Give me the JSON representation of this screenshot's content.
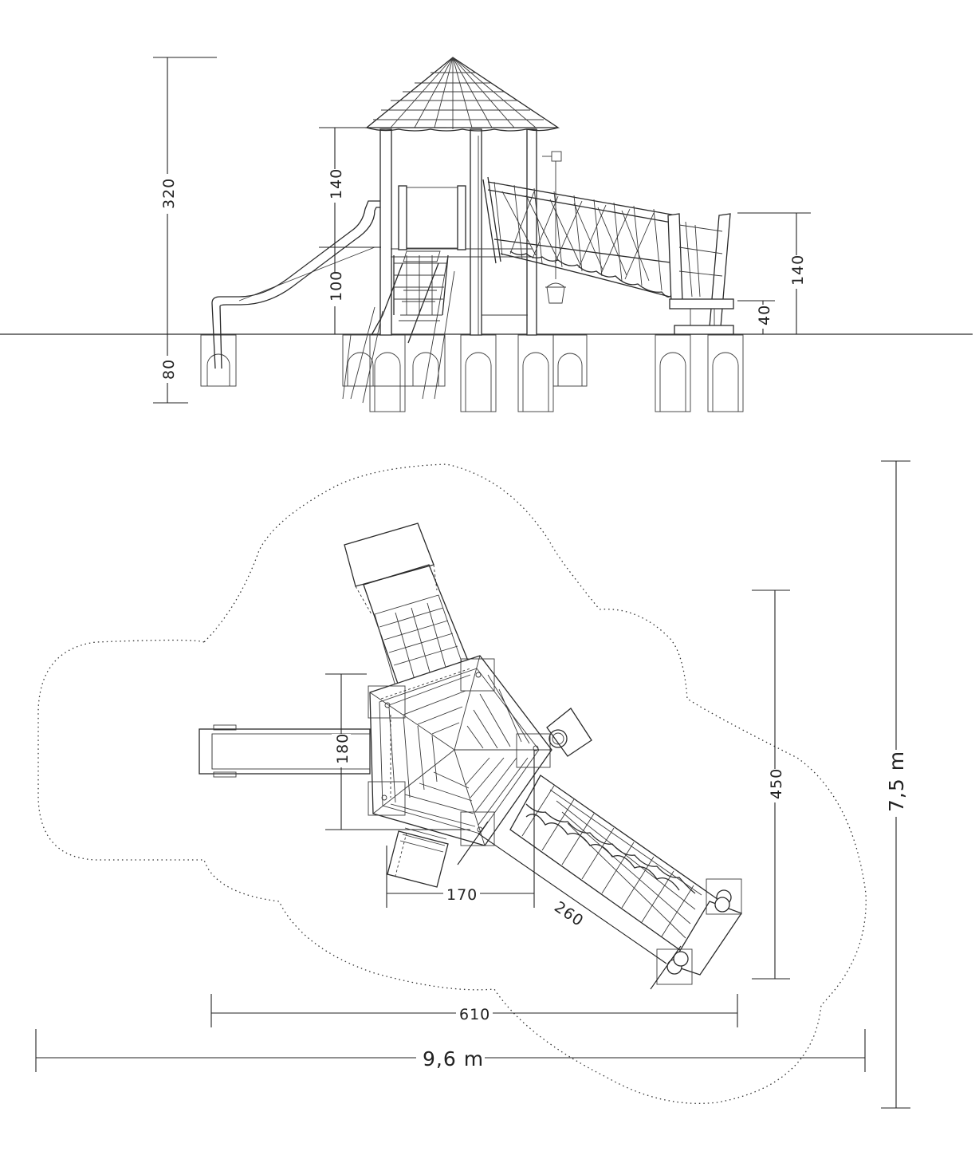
{
  "side_view": {
    "dims": {
      "total_height": "320",
      "roof_height": "140",
      "deck_height": "100",
      "foundation_depth": "80",
      "bridge_end_height": "140",
      "low_platform_height": "40"
    }
  },
  "plan_view": {
    "dims": {
      "tower_width": "180",
      "tower_offset": "170",
      "bridge_length": "260",
      "depth": "450",
      "width": "610"
    },
    "overall": {
      "width": "9,6 m",
      "depth": "7,5 m"
    }
  },
  "colors": {
    "line": "#2a2a2a",
    "background": "#ffffff"
  }
}
